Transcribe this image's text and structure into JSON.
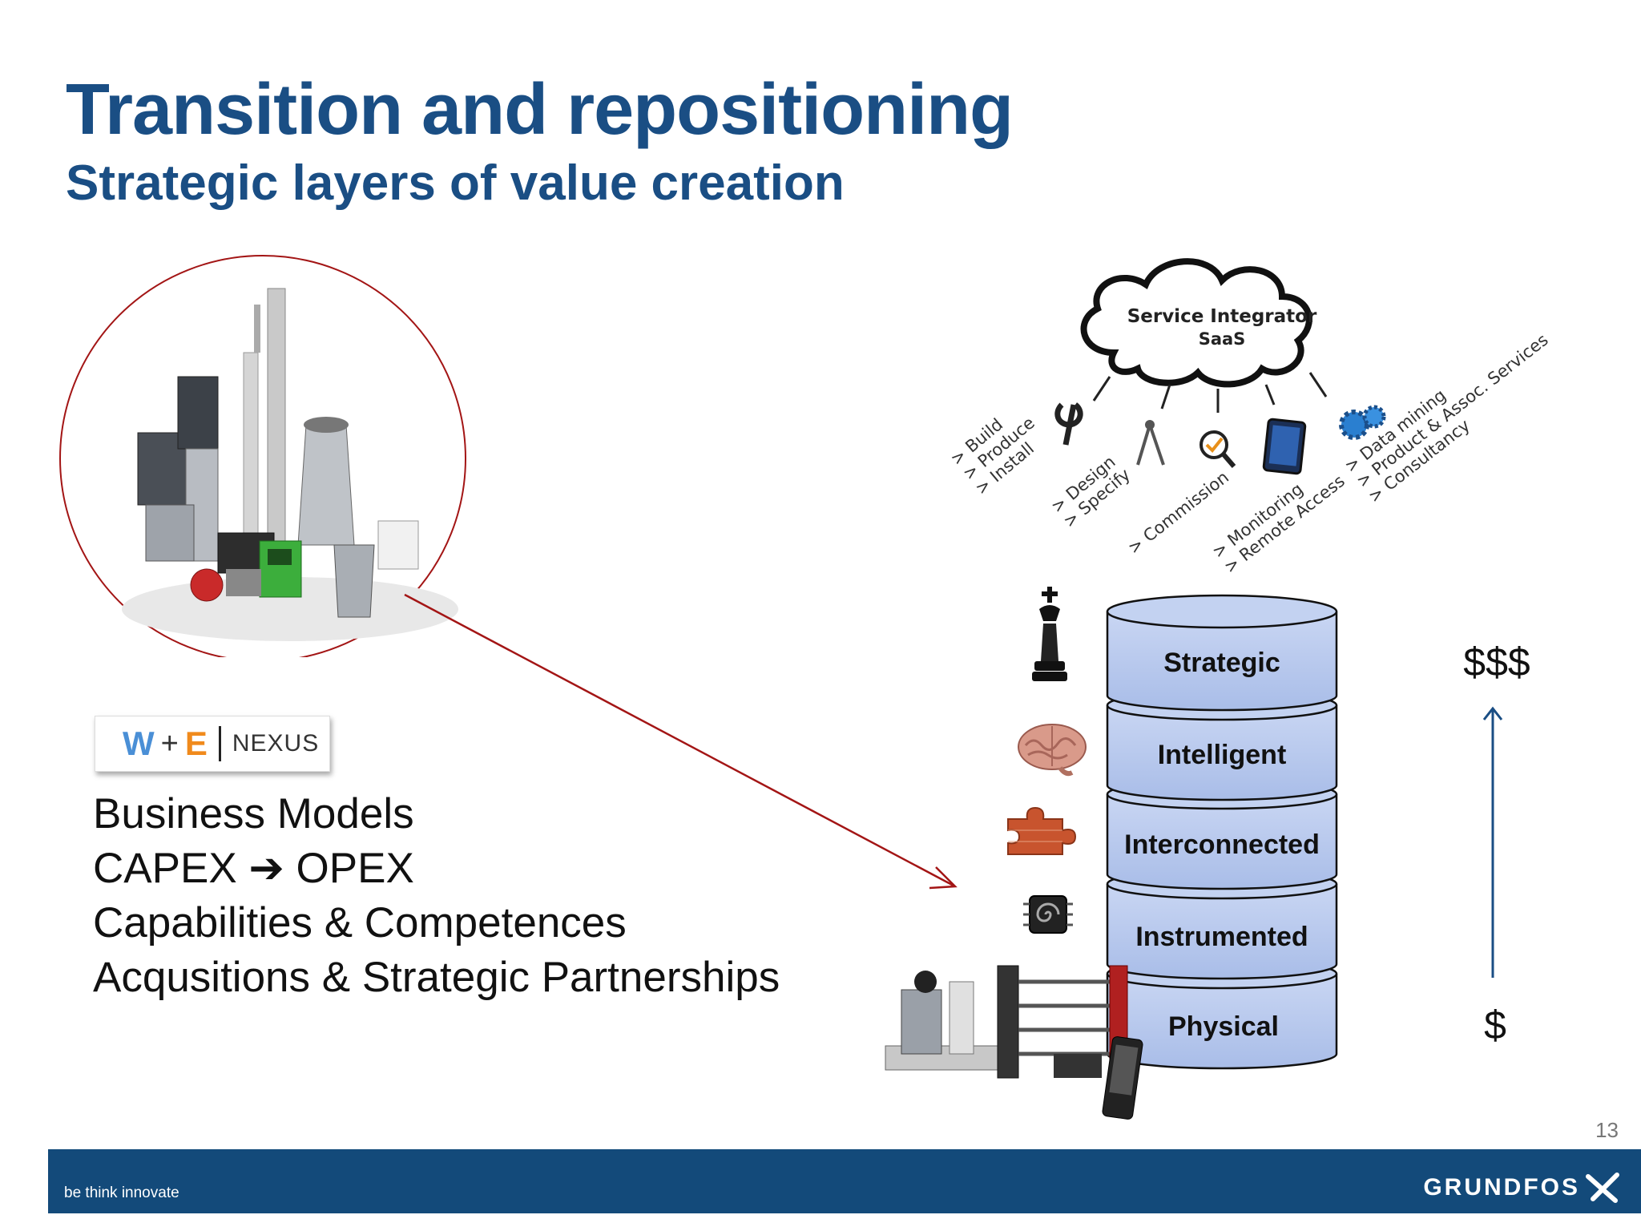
{
  "slide": {
    "title": "Transition and repositioning",
    "subtitle": "Strategic layers of value creation",
    "page_number": "13"
  },
  "partner_logo": {
    "w": "W",
    "plus": "+",
    "e": "E",
    "nexus": "NEXUS"
  },
  "bullets": [
    "Business Models",
    "CAPEX ➔ OPEX",
    "Capabilities & Competences",
    "Acqusitions & Strategic Partnerships"
  ],
  "cloud": {
    "line1": "Service Integrator",
    "line2": "SaaS"
  },
  "services": [
    {
      "lines": [
        "> Build",
        "> Produce",
        "> Install"
      ],
      "icon": "wrench-icon"
    },
    {
      "lines": [
        "> Design",
        "> Specify"
      ],
      "icon": "compass-icon"
    },
    {
      "lines": [
        "> Commission"
      ],
      "icon": "magnifier-check-icon"
    },
    {
      "lines": [
        "> Monitoring",
        "> Remote Access"
      ],
      "icon": "tablet-icon"
    },
    {
      "lines": [
        "> Data mining",
        "> Product & Assoc. Services",
        "> Consultancy"
      ],
      "icon": "gears-icon"
    }
  ],
  "layers": [
    {
      "label": "Strategic",
      "icon": "chess-king-icon"
    },
    {
      "label": "Intelligent",
      "icon": "brain-icon"
    },
    {
      "label": "Interconnected",
      "icon": "puzzle-piece-icon"
    },
    {
      "label": "Instrumented",
      "icon": "chip-icon"
    },
    {
      "label": "Physical",
      "icon": "pump-system-icon"
    }
  ],
  "value_scale": {
    "top": "$$$",
    "bottom": "$"
  },
  "footer": {
    "tagline": "be think innovate",
    "brand": "GRUNDFOS"
  },
  "colors": {
    "title": "#1a4e84",
    "footer": "#134a7a",
    "layer_fill": "#b7c8ec",
    "arrow": "#a31515"
  }
}
